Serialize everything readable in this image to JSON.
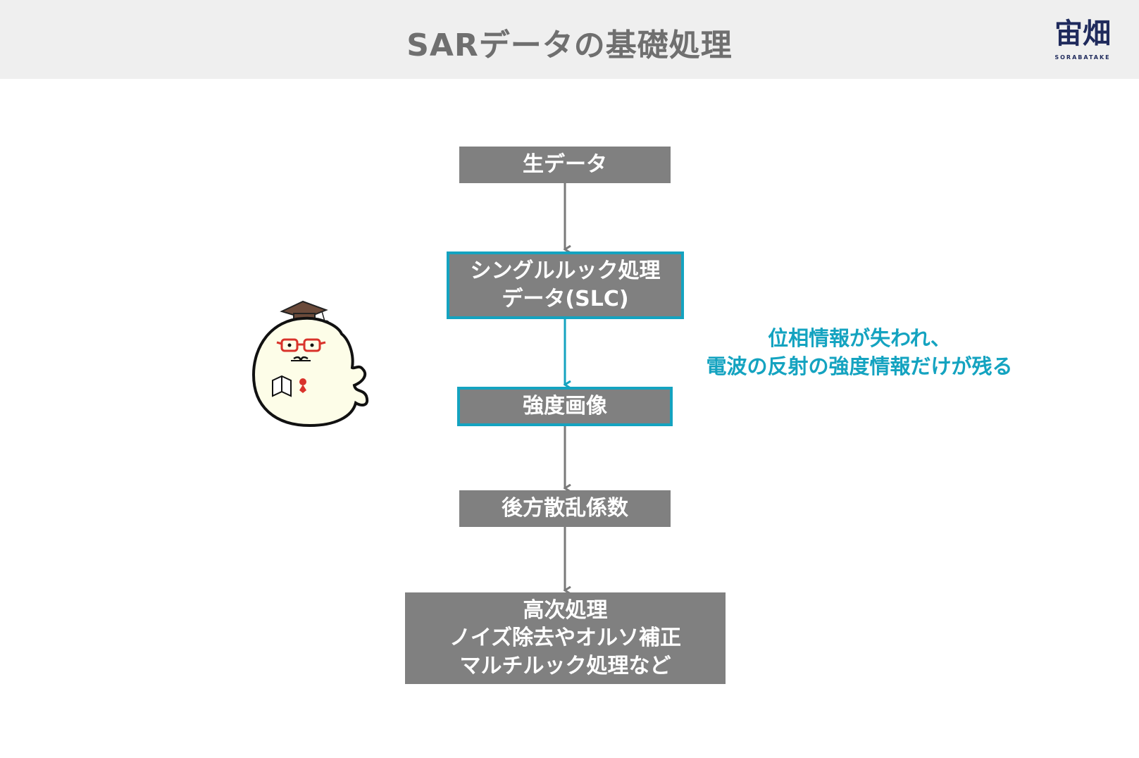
{
  "title": "SARデータの基礎処理",
  "logo": {
    "text": "宙畑",
    "subtext": "SORABATAKE"
  },
  "nodes": {
    "raw": "生データ",
    "slc": "シングルルック処理\nデータ(SLC)",
    "intensity": "強度画像",
    "backscatter": "後方散乱係数",
    "advanced": "高次処理\nノイズ除去やオルソ補正\nマルチルック処理など"
  },
  "annotation": "位相情報が失われ、\n電波の反射の強度情報だけが残る",
  "colors": {
    "box": "#808080",
    "accent": "#14a3c0",
    "arrow": "#7a7a7a",
    "header": "#efefef",
    "title": "#6f6f6f",
    "logo": "#1f2a5c"
  }
}
